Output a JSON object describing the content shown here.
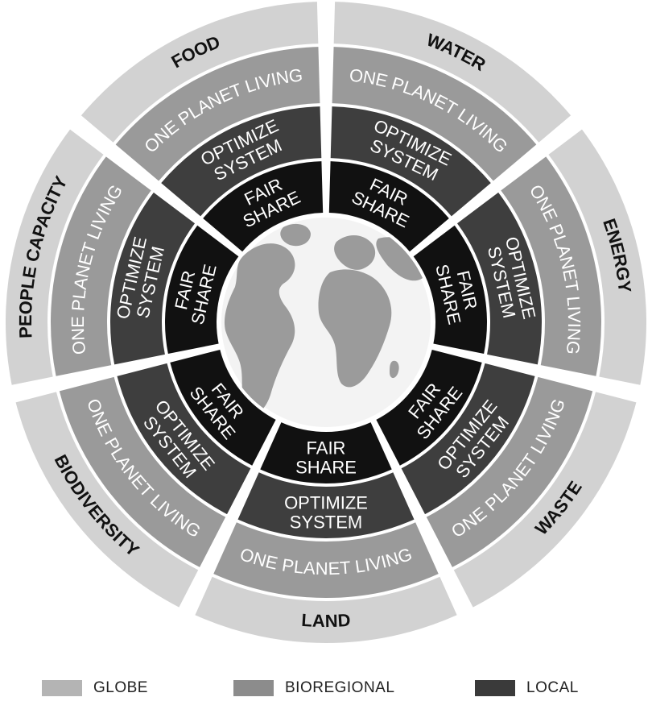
{
  "sectors": [
    {
      "id": "water",
      "label": "WATER"
    },
    {
      "id": "energy",
      "label": "ENERGY"
    },
    {
      "id": "waste",
      "label": "WASTE"
    },
    {
      "id": "land",
      "label": "LAND"
    },
    {
      "id": "biodiversity",
      "label": "BIODIVERSITY"
    },
    {
      "id": "people-capacity",
      "label": "PEOPLE CAPACITY"
    },
    {
      "id": "food",
      "label": "FOOD"
    }
  ],
  "rings": {
    "outer": "ONE PLANET LIVING",
    "middle": [
      "OPTIMIZE",
      "SYSTEM"
    ],
    "inner": [
      "FAIR",
      "SHARE"
    ]
  },
  "legend": [
    {
      "label": "GLOBE",
      "color": "#b4b4b4"
    },
    {
      "label": "BIOREGIONAL",
      "color": "#8c8c8c"
    },
    {
      "label": "LOCAL",
      "color": "#3a3a3a"
    }
  ],
  "colors": {
    "outer_band": "#d2d2d2",
    "globe_ring": "#9a9a9a",
    "bioregional_ring": "#3e3e3e",
    "local_ring": "#111111",
    "center_globe": "#9b9b9b",
    "ocean": "#f2f2f2"
  }
}
